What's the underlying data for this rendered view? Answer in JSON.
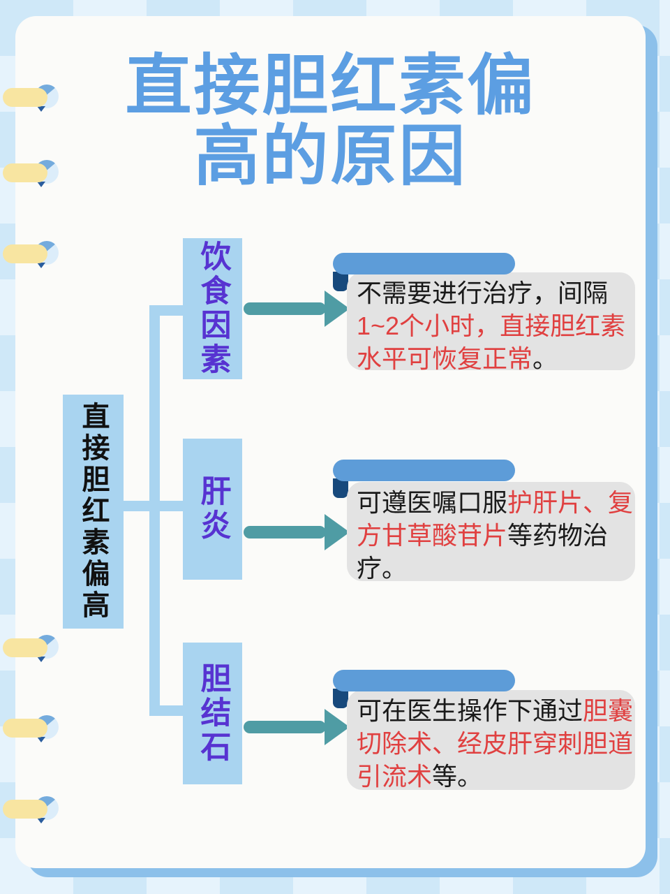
{
  "page": {
    "title_line1": "直接胆红素偏",
    "title_line2": "高的原因"
  },
  "diagram": {
    "root_label": "直接胆红素偏高",
    "branches": [
      {
        "label": "饮食因素",
        "note": [
          {
            "text": "不需要进行治疗，间隔",
            "color": "#1a1a1a"
          },
          {
            "text": "1~2个小时，直接胆红素水平可恢复正常",
            "color": "#e04040"
          },
          {
            "text": "。",
            "color": "#1a1a1a"
          }
        ]
      },
      {
        "label": "肝炎",
        "note": [
          {
            "text": "可遵医嘱口服",
            "color": "#1a1a1a"
          },
          {
            "text": "护肝片、复方甘草酸苷片",
            "color": "#e04040"
          },
          {
            "text": "等药物治疗。",
            "color": "#1a1a1a"
          }
        ]
      },
      {
        "label": "胆结石",
        "note": [
          {
            "text": "可在医生操作下通过",
            "color": "#1a1a1a"
          },
          {
            "text": "胆囊切除术、经皮肝穿刺胆道引流术",
            "color": "#e04040"
          },
          {
            "text": "等。",
            "color": "#1a1a1a"
          }
        ]
      }
    ]
  },
  "colors": {
    "title_blue": "#5c9ee2",
    "node_fill_blue": "#a9d4f0",
    "branch_label_purple": "#5733d1",
    "root_label_black": "#111111",
    "arrow_teal": "#4f9ca4",
    "card_bg_gray": "#e3e3e3",
    "card_header_blue": "#5d9cd8",
    "card_corner_navy": "#17497c",
    "highlight_red": "#e04040",
    "body_text_black": "#1a1a1a",
    "page_white": "#fbfbf9",
    "page_shadow_blue": "#8cc0ea",
    "checker_light": "#e6f3fc",
    "checker_dark": "#cfe8f8",
    "ring_yellow": "#f8e5a1",
    "ring_blue": "#74abdd"
  }
}
